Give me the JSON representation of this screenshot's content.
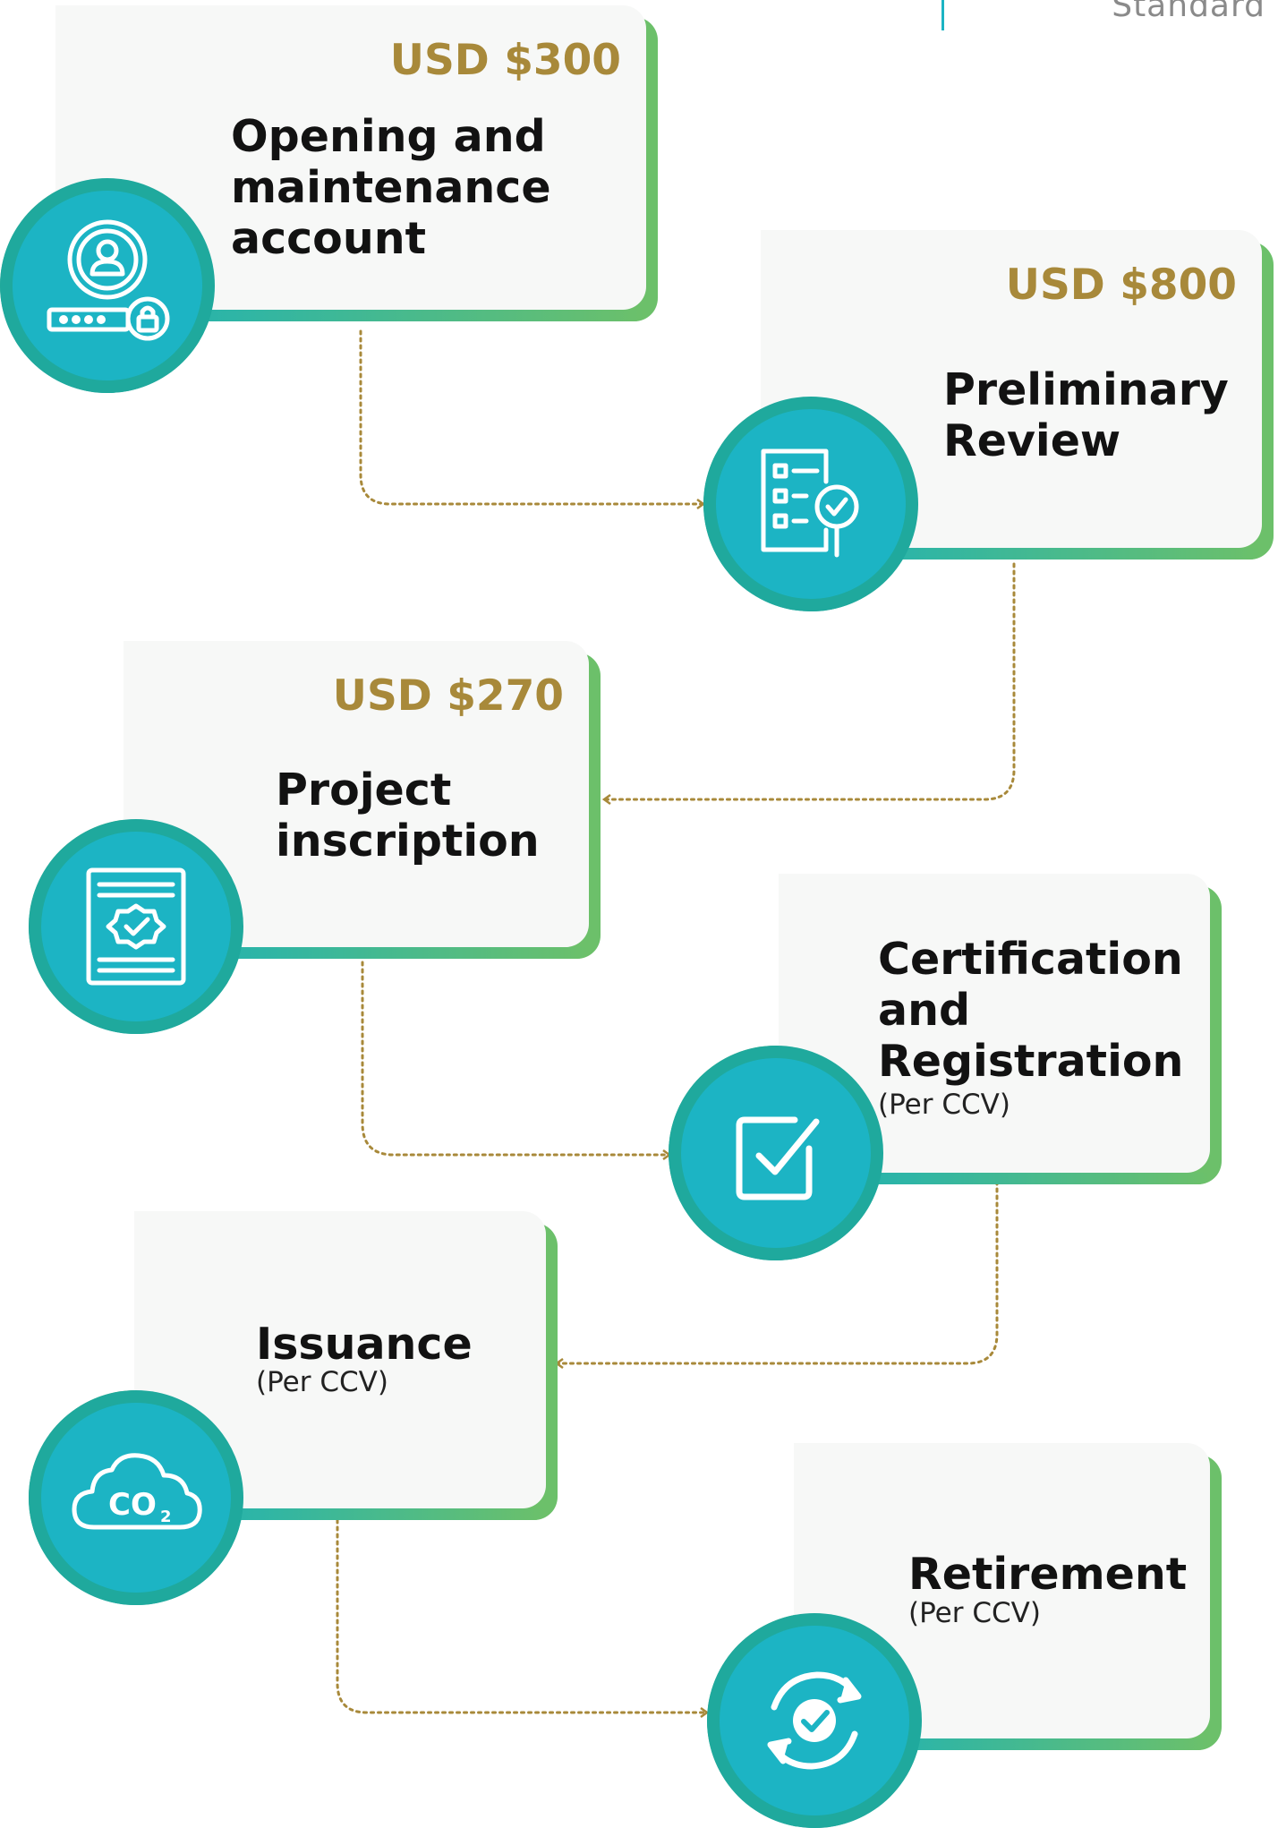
{
  "brand": {
    "text": "Standard"
  },
  "steps": [
    {
      "price": "USD $300",
      "title_lines": [
        "Opening and",
        "maintenance",
        "account"
      ],
      "note": "",
      "icon": "account-login-icon"
    },
    {
      "price": "USD $800",
      "title_lines": [
        "Preliminary",
        "Review"
      ],
      "note": "",
      "icon": "checklist-review-icon"
    },
    {
      "price": "USD $270",
      "title_lines": [
        "Project",
        "inscription"
      ],
      "note": "",
      "icon": "certificate-document-icon"
    },
    {
      "price": "",
      "title_lines": [
        "Certification",
        "and",
        "Registration"
      ],
      "note": "(Per CCV)",
      "icon": "checkbox-icon"
    },
    {
      "price": "",
      "title_lines": [
        "Issuance"
      ],
      "note": "(Per CCV)",
      "icon": "co2-cloud-icon"
    },
    {
      "price": "",
      "title_lines": [
        "Retirement"
      ],
      "note": "(Per CCV)",
      "icon": "refresh-check-icon"
    }
  ],
  "colors": {
    "teal": "#1cb4c4",
    "green": "#6cc06a",
    "gold": "#a8893a",
    "card": "#f7f8f7"
  }
}
